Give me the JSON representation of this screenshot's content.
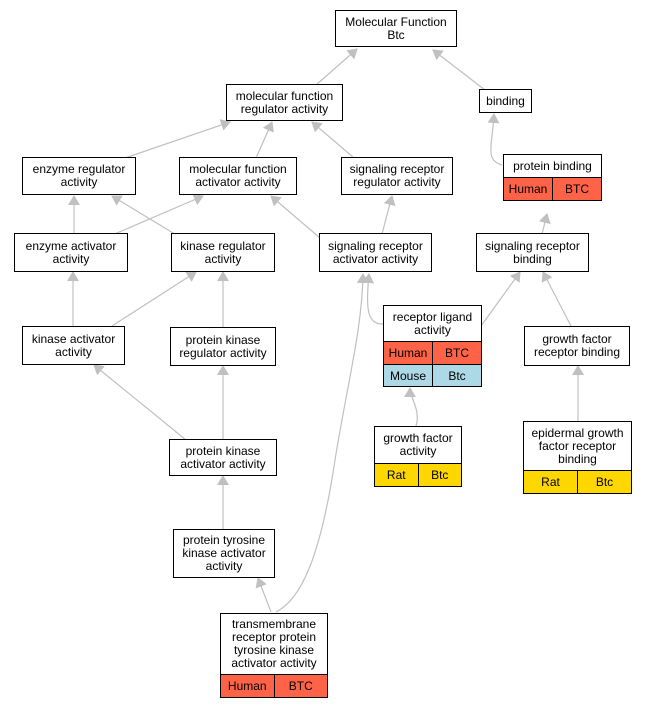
{
  "colors": {
    "human": "#ff6347",
    "mouse": "#add8e6",
    "rat": "#ffd700",
    "edge": "#c0c0c0",
    "node_border": "#000000"
  },
  "nodes": {
    "mf_btc": {
      "label": "Molecular Function\nBtc",
      "annotations": []
    },
    "mfra": {
      "label": "molecular function\nregulator activity",
      "annotations": []
    },
    "binding": {
      "label": "binding",
      "annotations": []
    },
    "enz_reg": {
      "label": "enzyme regulator\nactivity",
      "annotations": []
    },
    "mfaa": {
      "label": "molecular function\nactivator activity",
      "annotations": []
    },
    "srra": {
      "label": "signaling receptor\nregulator activity",
      "annotations": []
    },
    "prot_bind": {
      "label": "protein binding",
      "annotations": [
        [
          {
            "species": "human",
            "text": "Human"
          },
          {
            "species": "human",
            "text": "BTC"
          }
        ]
      ]
    },
    "enz_act": {
      "label": "enzyme activator\nactivity",
      "annotations": []
    },
    "kin_reg": {
      "label": "kinase regulator\nactivity",
      "annotations": []
    },
    "sraa": {
      "label": "signaling receptor\nactivator activity",
      "annotations": []
    },
    "sr_bind": {
      "label": "signaling receptor\nbinding",
      "annotations": []
    },
    "kin_act": {
      "label": "kinase activator\nactivity",
      "annotations": []
    },
    "pk_reg": {
      "label": "protein kinase\nregulator activity",
      "annotations": []
    },
    "rl_act": {
      "label": "receptor ligand\nactivity",
      "annotations": [
        [
          {
            "species": "human",
            "text": "Human"
          },
          {
            "species": "human",
            "text": "BTC"
          }
        ],
        [
          {
            "species": "mouse",
            "text": "Mouse"
          },
          {
            "species": "mouse",
            "text": "Btc"
          }
        ]
      ]
    },
    "gfrb": {
      "label": "growth factor\nreceptor binding",
      "annotations": []
    },
    "gf_act": {
      "label": "growth factor\nactivity",
      "annotations": [
        [
          {
            "species": "rat",
            "text": "Rat"
          },
          {
            "species": "rat",
            "text": "Btc"
          }
        ]
      ]
    },
    "egfrb": {
      "label": "epidermal growth\nfactor receptor\nbinding",
      "annotations": [
        [
          {
            "species": "rat",
            "text": "Rat"
          },
          {
            "species": "rat",
            "text": "Btc"
          }
        ]
      ]
    },
    "pk_act": {
      "label": "protein kinase\nactivator activity",
      "annotations": []
    },
    "ptk_act": {
      "label": "protein tyrosine\nkinase activator\nactivity",
      "annotations": []
    },
    "trptk": {
      "label": "transmembrane\nreceptor protein\ntyrosine kinase\nactivator activity",
      "annotations": [
        [
          {
            "species": "human",
            "text": "Human"
          },
          {
            "species": "human",
            "text": "BTC"
          }
        ]
      ]
    }
  }
}
